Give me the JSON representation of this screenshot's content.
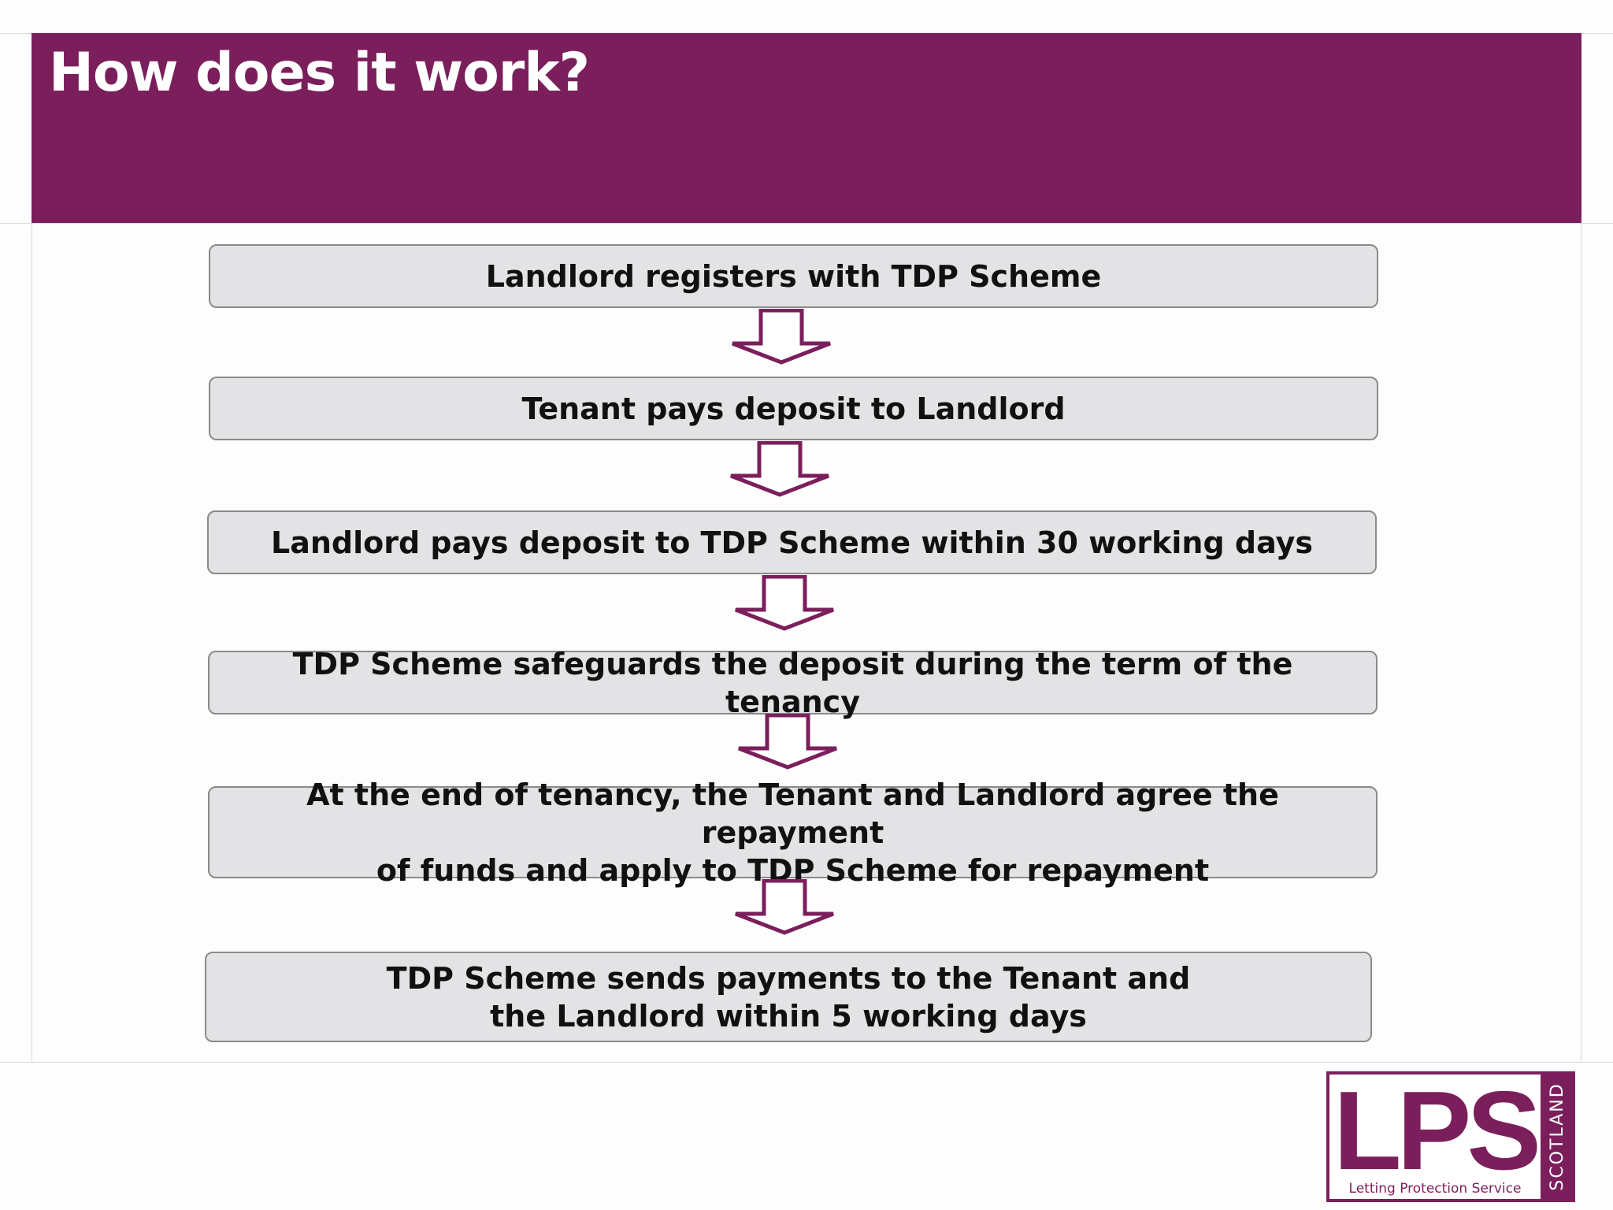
{
  "slide": {
    "title": "How does it work?",
    "colors": {
      "header": "#7b1f5c",
      "arrow": "#7b1f5c",
      "box_fill": "#e3e2e4",
      "box_border": "#8a8a8a",
      "logo_fill": "#7b1f5c"
    }
  },
  "steps": [
    {
      "text": "Landlord registers with TDP Scheme"
    },
    {
      "text": "Tenant pays deposit to Landlord"
    },
    {
      "text": "Landlord pays deposit to TDP Scheme within 30 working days"
    },
    {
      "text": "TDP Scheme safeguards the deposit during the term of the tenancy"
    },
    {
      "text": "At the end of tenancy, the Tenant and Landlord agree the repayment\nof funds and apply to TDP Scheme for repayment"
    },
    {
      "text": "TDP Scheme sends payments to the Tenant and\nthe Landlord within 5 working days"
    }
  ],
  "connectors": [
    {
      "icon": "down-arrow-icon",
      "from": 1,
      "to": 2
    },
    {
      "icon": "down-arrow-icon",
      "from": 2,
      "to": 3
    },
    {
      "icon": "down-arrow-icon",
      "from": 3,
      "to": 4
    },
    {
      "icon": "down-arrow-icon",
      "from": 4,
      "to": 5
    },
    {
      "icon": "down-arrow-icon",
      "from": 5,
      "to": 6
    }
  ],
  "logo": {
    "mark": "LPS",
    "subtitle": "Letting Protection Service",
    "region": "SCOTLAND"
  }
}
